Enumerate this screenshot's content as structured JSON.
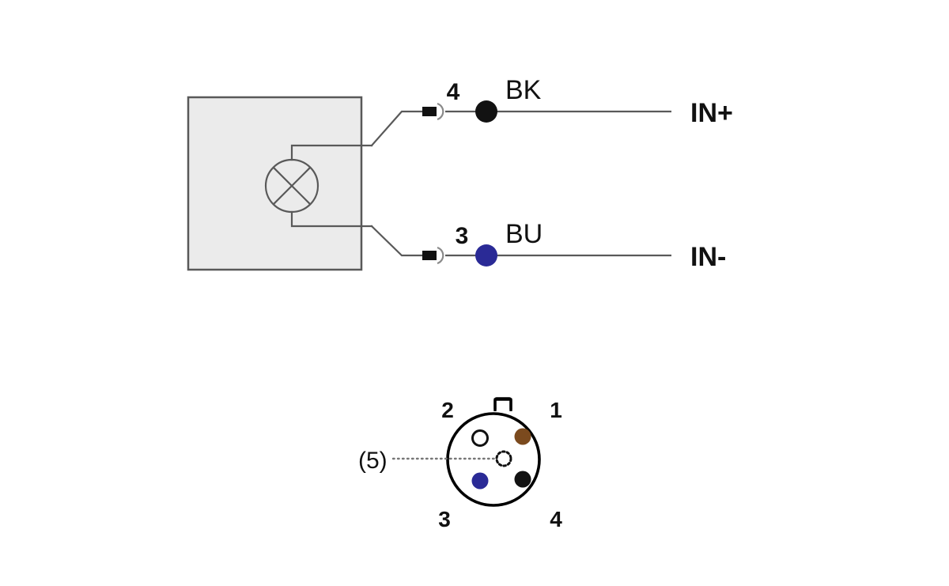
{
  "diagram": {
    "title": "Sensor wiring diagram with M12 connector pin assignment",
    "device": {
      "name": "device-housing",
      "fill_color": "#ebebeb",
      "stroke_color": "#595959",
      "symbol": "lamp-symbol"
    },
    "wires": [
      {
        "pin": "4",
        "wire_color_code": "BK",
        "wire_color_name": "black",
        "dot_color": "#121212",
        "terminal_label": "IN+"
      },
      {
        "pin": "3",
        "wire_color_code": "BU",
        "wire_color_name": "blue",
        "dot_color": "#2a2a96",
        "terminal_label": "IN-"
      }
    ],
    "connector": {
      "name": "m12-connector-pinout",
      "outline_color": "#000000",
      "center_pin_label": "(5)",
      "pins": [
        {
          "number": "1",
          "color": "#7b4a1e",
          "filled": true,
          "position": "top-right"
        },
        {
          "number": "2",
          "color": "#ffffff",
          "filled": false,
          "position": "top-left"
        },
        {
          "number": "3",
          "color": "#2a2a96",
          "filled": true,
          "position": "bottom-left"
        },
        {
          "number": "4",
          "color": "#121212",
          "filled": true,
          "position": "bottom-right"
        }
      ]
    }
  }
}
